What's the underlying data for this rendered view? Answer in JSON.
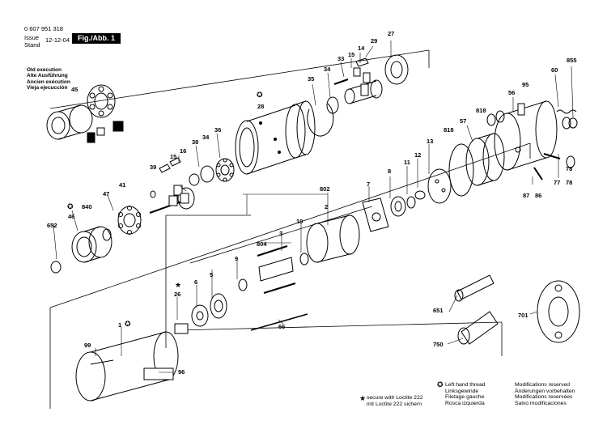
{
  "header": {
    "doc_number": "0 607 951 318",
    "issue_label": "Issue",
    "stand_label": "Stand",
    "issue_date": "12-12-04",
    "figure": "Fig./Abb. 1"
  },
  "old_execution": [
    "Old execution",
    "Alte Ausführung",
    "Ancien exécution",
    "Vieja ejecucción"
  ],
  "footnotes": {
    "loctite": [
      "secure with Loctite 222",
      "mit Loctite 222 sichern"
    ],
    "left_hand_thread": [
      "Left hand thread",
      "Linksgewinde",
      "Filetage gauche",
      "Rosca izquierda"
    ],
    "modifications": [
      "Modifications reserved",
      "Änderungen vorbehalten",
      "Modifications reservées",
      "Salvo modificaciones"
    ]
  },
  "symbols": {
    "star": "★",
    "left_thread": "✪"
  },
  "part_labels": [
    "1",
    "2",
    "3",
    "5",
    "6",
    "7",
    "8",
    "9",
    "10",
    "11",
    "12",
    "13",
    "14",
    "15",
    "15",
    "16",
    "26",
    "27",
    "28",
    "29",
    "33",
    "34",
    "34",
    "35",
    "36",
    "38",
    "39",
    "41",
    "45",
    "46",
    "47",
    "56",
    "57",
    "60",
    "66",
    "77",
    "78",
    "78",
    "86",
    "87",
    "95",
    "96",
    "99",
    "651",
    "652",
    "701",
    "750",
    "802",
    "804",
    "818",
    "818",
    "840",
    "855"
  ],
  "colors": {
    "ink": "#000000",
    "paper": "#ffffff",
    "shade": "#d8d8d8"
  },
  "icons": [
    "left-thread-icon",
    "loctite-star-icon",
    "right-arrow-symbol-icon"
  ]
}
